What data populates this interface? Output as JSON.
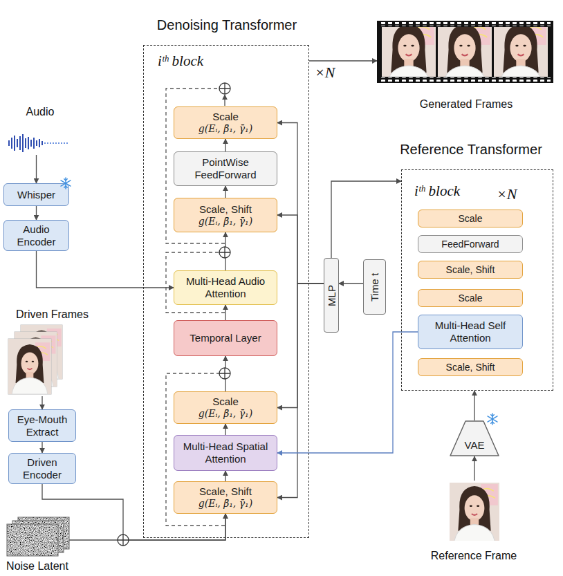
{
  "diagram": {
    "nodes": [
      {
        "text": [
          "Denoising Transformer",
          "iᵗʰ block",
          "×N"
        ]
      },
      {
        "text": [
          "Scale",
          "g(Eᵢ, β̄₁, γ̄₁)"
        ],
        "in": 0
      },
      {
        "text": [
          "PointWise FeedForward"
        ],
        "in": 0
      },
      {
        "text": [
          "Scale, Shift",
          "g(Eᵢ, β̄₁, γ̄₁)"
        ],
        "in": 0
      },
      {
        "text": [
          "Multi-Head Audio Attention"
        ],
        "in": 0
      },
      {
        "text": [
          "Temporal Layer"
        ],
        "in": 0
      },
      {
        "text": [
          "Scale",
          "g(Eᵢ, β̄₁, γ̄₁)"
        ],
        "in": 0
      },
      {
        "text": [
          "Multi-Head Spatial Attention"
        ],
        "in": 0
      },
      {
        "text": [
          "Scale, Shift",
          "g(Eᵢ, β̄₁, γ̄₁)"
        ],
        "in": 0
      },
      {
        "text": [
          "Generated Frames"
        ]
      },
      {
        "text": [
          "Audio"
        ]
      },
      {
        "text": [
          "Whisper"
        ]
      },
      {
        "text": [
          "Audio Encoder"
        ]
      },
      {
        "text": [
          "Reference Transformer",
          "iᵗʰ block",
          "×N"
        ]
      },
      {
        "text": [
          "Scale"
        ],
        "in": 13
      },
      {
        "text": [
          "FeedForward"
        ],
        "in": 13
      },
      {
        "text": [
          "Scale, Shift"
        ],
        "in": 13
      },
      {
        "text": [
          "Scale"
        ],
        "in": 13
      },
      {
        "text": [
          "Multi-Head Self Attention"
        ],
        "in": 13
      },
      {
        "text": [
          "Scale, Shift"
        ],
        "in": 13
      },
      {
        "text": [
          "MLP"
        ]
      },
      {
        "text": [
          "Time t"
        ]
      },
      {
        "text": [
          "Driven Frames"
        ]
      },
      {
        "text": [
          "Eye-Mouth Extract"
        ]
      },
      {
        "text": [
          "Driven Encoder"
        ]
      },
      {
        "text": [
          "VAE"
        ]
      },
      {
        "text": [
          "Noise Latent"
        ]
      },
      {
        "text": [
          "Reference Frame"
        ]
      }
    ],
    "edges": [
      {
        "from": 10,
        "to": 11,
        "arrow": "to"
      },
      {
        "from": 11,
        "to": 12,
        "arrow": "to"
      },
      {
        "from": 12,
        "to": 4,
        "arrow": "to"
      },
      {
        "from": 22,
        "to": 23,
        "arrow": "to"
      },
      {
        "from": 23,
        "to": 24,
        "arrow": "to"
      },
      {
        "from": 24,
        "to": 8,
        "arrow": "to"
      },
      {
        "from": 26,
        "to": 8,
        "arrow": "to"
      },
      {
        "from": 8,
        "to": 7,
        "arrow": "to"
      },
      {
        "from": 7,
        "to": 6,
        "arrow": "to"
      },
      {
        "from": 6,
        "to": 5,
        "arrow": "to"
      },
      {
        "from": 5,
        "to": 4,
        "arrow": "to"
      },
      {
        "from": 4,
        "to": 3,
        "arrow": "to"
      },
      {
        "from": 3,
        "to": 2,
        "arrow": "to"
      },
      {
        "from": 2,
        "to": 1,
        "arrow": "to"
      },
      {
        "from": 21,
        "to": 20,
        "arrow": "to"
      },
      {
        "from": 20,
        "to": 1,
        "arrow": "to"
      },
      {
        "from": 20,
        "to": 3,
        "arrow": "to"
      },
      {
        "from": 20,
        "to": 6,
        "arrow": "to"
      },
      {
        "from": 20,
        "to": 8,
        "arrow": "to"
      },
      {
        "from": 20,
        "to": 13,
        "arrow": "to"
      },
      {
        "from": 0,
        "to": 9,
        "arrow": "to"
      },
      {
        "from": 27,
        "to": 25,
        "arrow": "to"
      },
      {
        "from": 25,
        "to": 13,
        "arrow": "to"
      },
      {
        "from": 18,
        "to": 7,
        "arrow": "to"
      }
    ]
  }
}
